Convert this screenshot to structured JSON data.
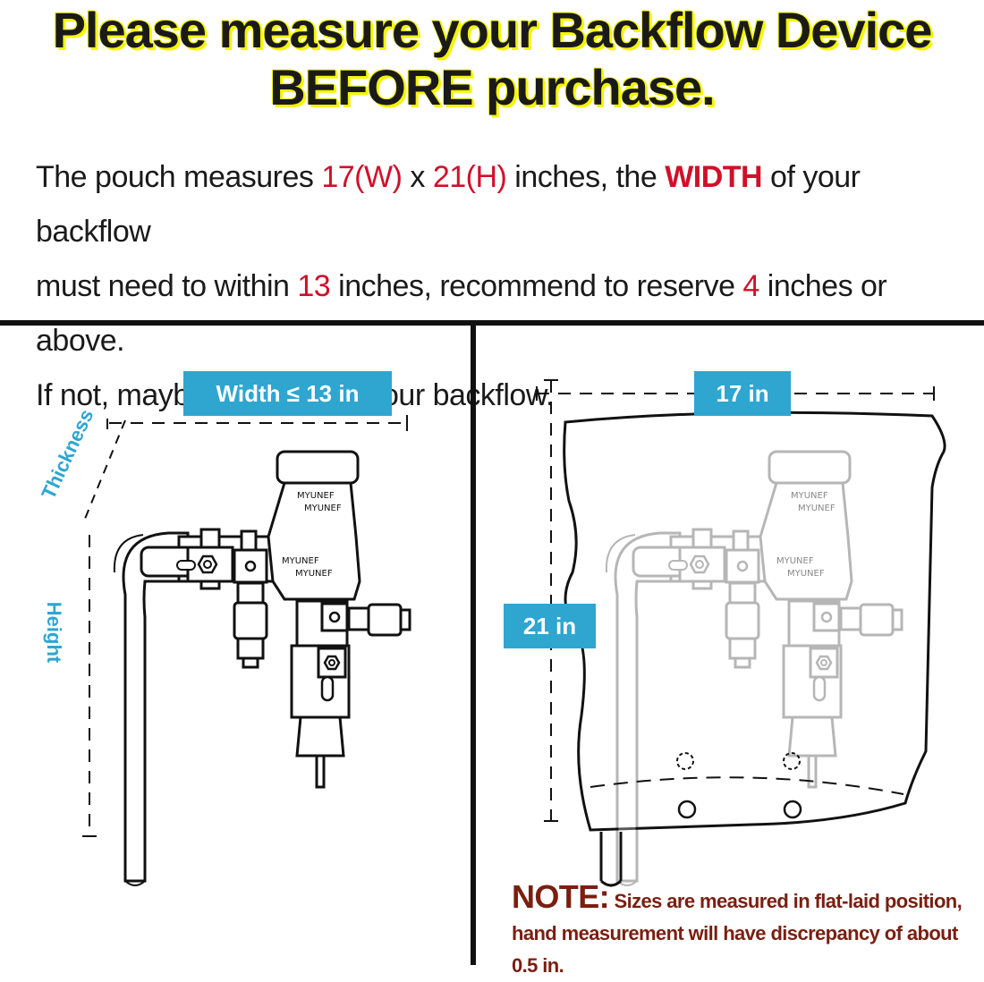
{
  "title": {
    "line1": "Please measure  your Backflow Device",
    "line2": "BEFORE purchase."
  },
  "intro": {
    "p1_a": "The  pouch measures ",
    "p1_w": "17(W)",
    "p1_x": " x ",
    "p1_h": "21(H)",
    "p1_b": " inches, the ",
    "p1_width": "WIDTH",
    "p1_c": " of your backflow",
    "p2_a": "must need to within ",
    "p2_13": "13",
    "p2_b": " inches, recommend to reserve ",
    "p2_4": "4",
    "p2_c": " inches or above.",
    "p3": "If not, maybe it can’t fit in your backflow."
  },
  "left_panel": {
    "width_label": "Width ≤ 13 in",
    "thickness_label": "Thickness",
    "height_label": "Height"
  },
  "right_panel": {
    "width_label": "17 in",
    "height_label": "21 in"
  },
  "device_text": {
    "mark": "MYUNEF"
  },
  "note": {
    "key": "NOTE:",
    "line1": " Sizes are measured in flat-laid position,",
    "line2": "hand measurement will have discrepancy of about 0.5 in."
  },
  "colors": {
    "accent_blue": "#2ea6d0",
    "highlight_red": "#d0102a",
    "title_glow": "#f5f500",
    "note_brown": "#7a1f10"
  }
}
